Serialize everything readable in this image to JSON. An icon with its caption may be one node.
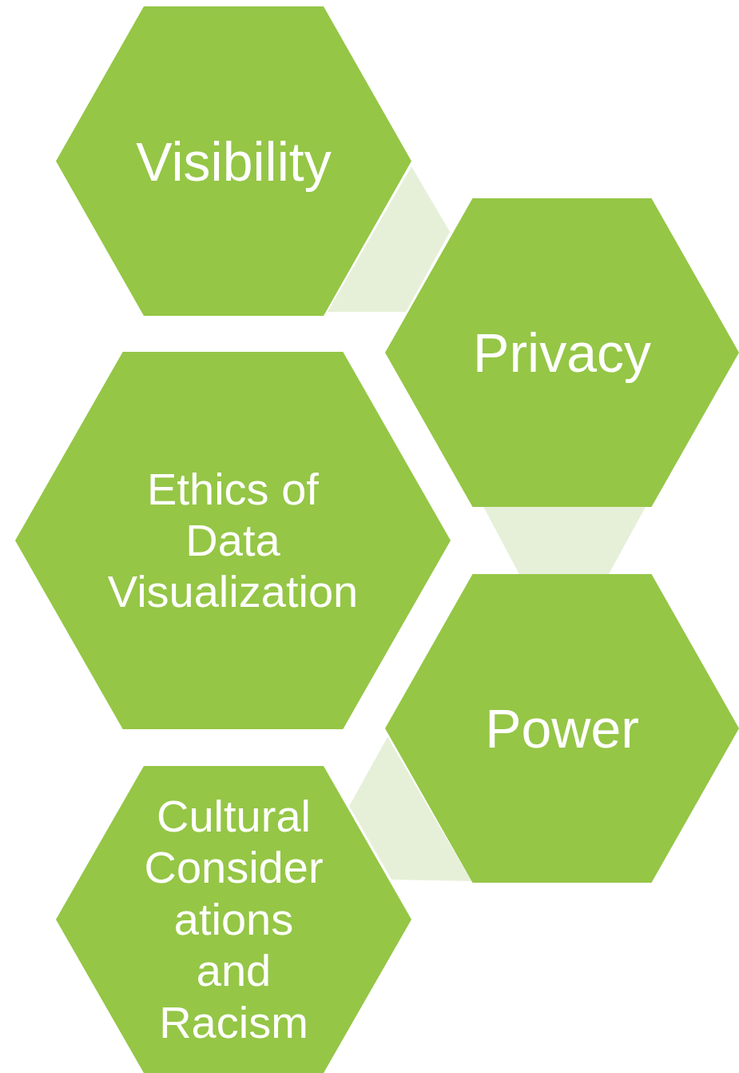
{
  "diagram": {
    "nodes": [
      {
        "text": [
          "Visibility"
        ]
      },
      {
        "text": [
          "Privacy"
        ]
      },
      {
        "text": [
          "Ethics of Data Visualization"
        ]
      },
      {
        "text": [
          "Power"
        ]
      },
      {
        "text": [
          "Cultural Considerations and Racism"
        ]
      }
    ],
    "edges": [
      {
        "from": 0,
        "to": 1,
        "arrow": "none",
        "style": "thick",
        "color": "#e6f0d9"
      },
      {
        "from": 1,
        "to": 3,
        "arrow": "none",
        "style": "thick",
        "color": "#e6f0d9"
      },
      {
        "from": 3,
        "to": 4,
        "arrow": "none",
        "style": "thick",
        "color": "#e6f0d9"
      }
    ]
  }
}
